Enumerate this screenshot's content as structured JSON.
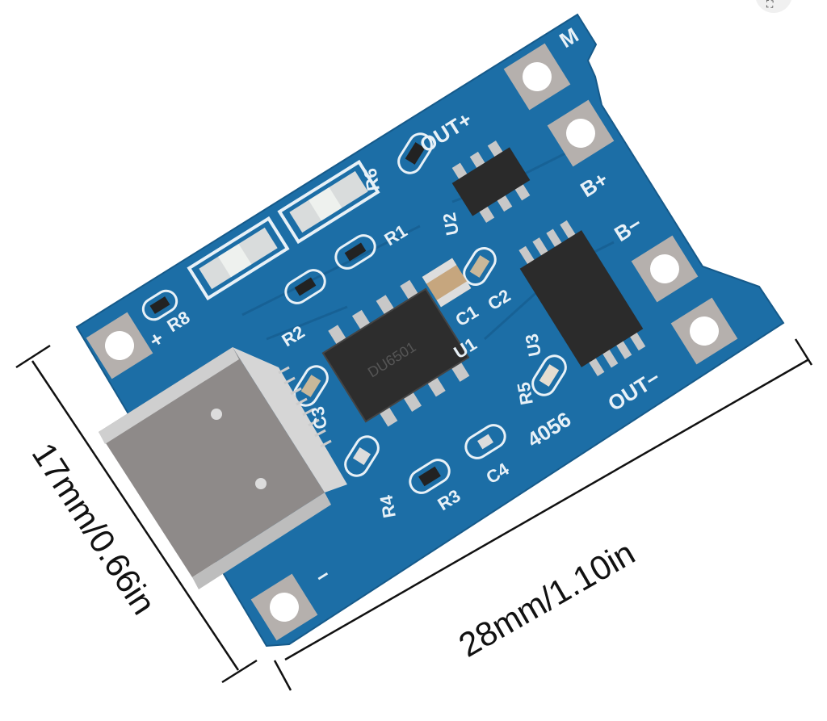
{
  "image": {
    "subject": "TP4056 USB Type-C lithium battery charging module",
    "background_color": "#ffffff",
    "board_color": "#1f6fa6",
    "silkscreen_color": "#e8f1f7",
    "pad_color": "#b3aeab"
  },
  "corner_button": {
    "icon": "expand-icon",
    "glyph": "⛶"
  },
  "dimensions": {
    "width_label": "28mm/1.10in",
    "height_label": "17mm/0.66in"
  },
  "board": {
    "model_label": "4056",
    "pad_labels": {
      "m": "M",
      "b_plus": "B+",
      "b_minus": "B−",
      "out_plus": "OUT+",
      "out_minus": "OUT−",
      "in_plus": "+",
      "in_minus": "−"
    },
    "component_labels": {
      "r1": "R1",
      "r2": "R2",
      "r3": "R3",
      "r4": "R4",
      "r5": "R5",
      "r6": "R6",
      "r8": "R8",
      "c1": "C1",
      "c2": "C2",
      "c3": "C3",
      "c4": "C4",
      "u1": "U1",
      "u2": "U2",
      "u3": "U3"
    },
    "chip_marking": "DU6501",
    "connector": "USB Type-C"
  }
}
